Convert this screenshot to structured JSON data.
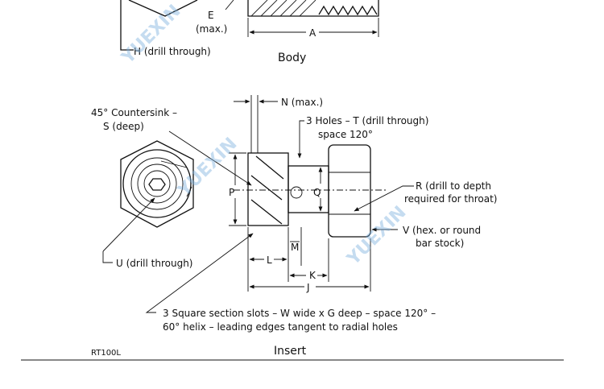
{
  "body_view": {
    "label_e": "E",
    "label_e_max": "(max.)",
    "label_a": "A",
    "label_h": "H (drill through)",
    "caption": "Body"
  },
  "insert_view": {
    "label_n": "N (max.)",
    "countersink_line1": "45° Countersink –",
    "countersink_line2": "S (deep)",
    "holes_line1": "3 Holes – T (drill through)",
    "holes_line2": "space 120°",
    "label_p": "P",
    "label_q": "Q",
    "r_line1": "R (drill to depth",
    "r_line2": "required for throat)",
    "v_line1": "V (hex. or round",
    "v_line2": "bar stock)",
    "label_u": "U (drill through)",
    "label_m": "M",
    "label_l": "L",
    "label_k": "K",
    "label_j": "J",
    "slots_line1": "3 Square section slots – W wide x G deep – space 120° –",
    "slots_line2": "60° helix – leading edges tangent to radial holes",
    "caption": "Insert"
  },
  "part_number": "RT100L",
  "watermark": "YUEXIN"
}
